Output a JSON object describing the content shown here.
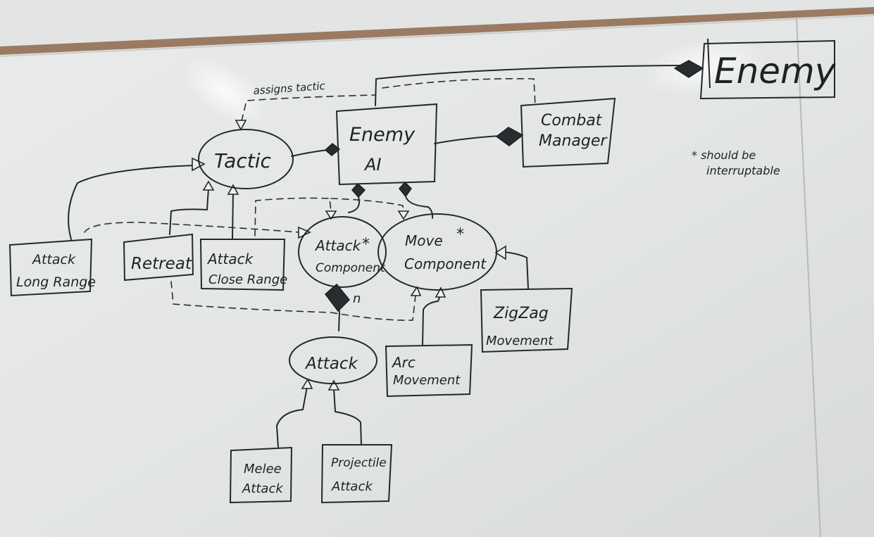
{
  "nodes": {
    "enemy": "Enemy",
    "enemy_ai_line1": "Enemy",
    "enemy_ai_line2": "AI",
    "combat_manager_line1": "Combat",
    "combat_manager_line2": "Manager",
    "tactic": "Tactic",
    "attack_long_line1": "Attack",
    "attack_long_line2": "Long Range",
    "retreat": "Retreat",
    "attack_close_line1": "Attack",
    "attack_close_line2": "Close Range",
    "attack_component_line1": "Attack",
    "attack_component_line2": "Component",
    "move_component_line1": "Move",
    "move_component_line2": "Component",
    "zigzag_line1": "ZigZag",
    "zigzag_line2": "Movement",
    "attack": "Attack",
    "arc_line1": "Arc",
    "arc_line2": "Movement",
    "melee_line1": "Melee",
    "melee_line2": "Attack",
    "projectile_line1": "Projectile",
    "projectile_line2": "Attack"
  },
  "labels": {
    "assigns_tactic": "assigns tactic",
    "multiplicity_n": "n",
    "asterisk": "*",
    "note_line1": "* should be",
    "note_line2": "interruptable"
  }
}
